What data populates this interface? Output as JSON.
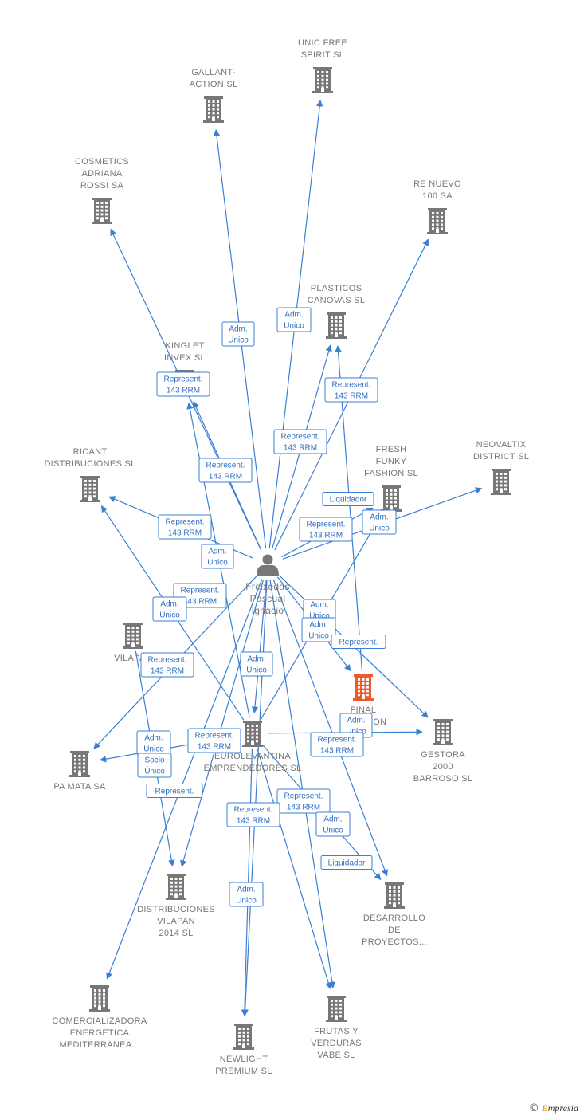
{
  "center": {
    "id": "person",
    "lines": [
      "Freixedas",
      "Pascual",
      "Ignacio"
    ]
  },
  "nodes": [
    {
      "id": "unic",
      "lines": [
        "UNIC FREE",
        "SPIRIT  SL"
      ],
      "highlight": false
    },
    {
      "id": "gallant",
      "lines": [
        "GALLANT-",
        "ACTION  SL"
      ],
      "highlight": false
    },
    {
      "id": "cosmetics",
      "lines": [
        "COSMETICS",
        "ADRIANA",
        "ROSSI SA"
      ],
      "highlight": false
    },
    {
      "id": "renuevo",
      "lines": [
        "RE NUEVO",
        "100 SA"
      ],
      "highlight": false
    },
    {
      "id": "plasticos",
      "lines": [
        "PLASTICOS",
        "CANOVAS  SL"
      ],
      "highlight": false
    },
    {
      "id": "kinglet",
      "lines": [
        "KINGLET",
        "INVEX  SL"
      ],
      "highlight": false
    },
    {
      "id": "ricant",
      "lines": [
        "RICANT",
        "DISTRIBUCIONES SL"
      ],
      "highlight": false
    },
    {
      "id": "fresh",
      "lines": [
        "FRESH",
        "FUNKY",
        "FASHION SL"
      ],
      "highlight": false
    },
    {
      "id": "neovaltix",
      "lines": [
        "NEOVALTIX",
        "DISTRICT  SL"
      ],
      "highlight": false
    },
    {
      "id": "vilapan",
      "lines": [
        "VILAPAN"
      ],
      "highlight": false
    },
    {
      "id": "final",
      "lines": [
        "FINAL",
        "SOLUTION",
        "SL"
      ],
      "highlight": true
    },
    {
      "id": "gestora",
      "lines": [
        "GESTORA",
        "2000",
        "BARROSO SL"
      ],
      "highlight": false
    },
    {
      "id": "eurolevantina",
      "lines": [
        "EUROLEVANTINA",
        "EMPRENDEDORES SL"
      ],
      "highlight": false
    },
    {
      "id": "pamata",
      "lines": [
        "PA MATA SA"
      ],
      "highlight": false
    },
    {
      "id": "distvilapan",
      "lines": [
        "DISTRIBUCIONES",
        "VILAPAN",
        "2014  SL"
      ],
      "highlight": false
    },
    {
      "id": "desarrollo",
      "lines": [
        "DESARROLLO",
        "DE",
        "PROYECTOS..."
      ],
      "highlight": false
    },
    {
      "id": "comercializadora",
      "lines": [
        "COMERCIALIZADORA",
        "ENERGETICA",
        "MEDITERRANEA..."
      ],
      "highlight": false
    },
    {
      "id": "newlight",
      "lines": [
        "NEWLIGHT",
        "PREMIUM  SL"
      ],
      "highlight": false
    },
    {
      "id": "frutas",
      "lines": [
        "FRUTAS Y",
        "VERDURAS",
        "VABE SL"
      ],
      "highlight": false
    }
  ],
  "edges": [
    {
      "source": "person",
      "target": "unic"
    },
    {
      "source": "person",
      "target": "gallant"
    },
    {
      "source": "person",
      "target": "cosmetics"
    },
    {
      "source": "person",
      "target": "renuevo"
    },
    {
      "source": "person",
      "target": "plasticos"
    },
    {
      "source": "person",
      "target": "kinglet"
    },
    {
      "source": "eurolevantina",
      "target": "kinglet"
    },
    {
      "source": "person",
      "target": "ricant"
    },
    {
      "source": "eurolevantina",
      "target": "ricant"
    },
    {
      "source": "person",
      "target": "fresh"
    },
    {
      "source": "person",
      "target": "neovaltix"
    },
    {
      "source": "person",
      "target": "final"
    },
    {
      "source": "person",
      "target": "gestora"
    },
    {
      "source": "eurolevantina",
      "target": "gestora"
    },
    {
      "source": "person",
      "target": "eurolevantina"
    },
    {
      "source": "person",
      "target": "pamata"
    },
    {
      "source": "eurolevantina",
      "target": "pamata"
    },
    {
      "source": "vilapan",
      "target": "distvilapan"
    },
    {
      "source": "person",
      "target": "distvilapan"
    },
    {
      "source": "person",
      "target": "desarrollo"
    },
    {
      "source": "eurolevantina",
      "target": "desarrollo"
    },
    {
      "source": "person",
      "target": "comercializadora"
    },
    {
      "source": "person",
      "target": "newlight"
    },
    {
      "source": "eurolevantina",
      "target": "newlight"
    },
    {
      "source": "person",
      "target": "frutas"
    },
    {
      "source": "eurolevantina",
      "target": "frutas"
    },
    {
      "source": "final",
      "target": "plasticos"
    },
    {
      "source": "eurolevantina",
      "target": "fresh"
    }
  ],
  "relations": [
    {
      "id": "r1",
      "lines": [
        "Adm.",
        "Unico"
      ]
    },
    {
      "id": "r2",
      "lines": [
        "Adm.",
        "Unico"
      ]
    },
    {
      "id": "r3",
      "lines": [
        "Represent.",
        "143 RRM"
      ]
    },
    {
      "id": "r4",
      "lines": [
        "Represent.",
        "143 RRM"
      ]
    },
    {
      "id": "r5",
      "lines": [
        "Represent.",
        "143 RRM"
      ]
    },
    {
      "id": "r6",
      "lines": [
        "Represent.",
        "143 RRM"
      ]
    },
    {
      "id": "r7",
      "lines": [
        "Liquidador"
      ]
    },
    {
      "id": "r8",
      "lines": [
        "Represent.",
        "143 RRM"
      ]
    },
    {
      "id": "r9",
      "lines": [
        "Adm.",
        "Unico"
      ]
    },
    {
      "id": "r10",
      "lines": [
        "Represent.",
        "143 RRM"
      ]
    },
    {
      "id": "r11",
      "lines": [
        "Adm.",
        "Unico"
      ]
    },
    {
      "id": "r12",
      "lines": [
        "Represent.",
        "143 RRM"
      ]
    },
    {
      "id": "r13",
      "lines": [
        "Adm.",
        "Unico"
      ]
    },
    {
      "id": "r14",
      "lines": [
        "Adm.",
        "Unico"
      ]
    },
    {
      "id": "r15",
      "lines": [
        "Adm.",
        "Unico"
      ]
    },
    {
      "id": "r16",
      "lines": [
        "Represent."
      ]
    },
    {
      "id": "r17",
      "lines": [
        "Represent.",
        "143 RRM"
      ]
    },
    {
      "id": "r18",
      "lines": [
        "Adm.",
        "Unico"
      ]
    },
    {
      "id": "r19",
      "lines": [
        "Adm.",
        "Unico"
      ]
    },
    {
      "id": "r20",
      "lines": [
        "Represent.",
        "143 RRM"
      ]
    },
    {
      "id": "r21",
      "lines": [
        "Adm.",
        "Unico"
      ]
    },
    {
      "id": "r22",
      "lines": [
        "Socio",
        "Único"
      ]
    },
    {
      "id": "r23",
      "lines": [
        "Represent.",
        "143 RRM"
      ]
    },
    {
      "id": "r24",
      "lines": [
        "Represent."
      ]
    },
    {
      "id": "r25",
      "lines": [
        "Represent.",
        "143 RRM"
      ]
    },
    {
      "id": "r26",
      "lines": [
        "Represent.",
        "143 RRM"
      ]
    },
    {
      "id": "r27",
      "lines": [
        "Adm.",
        "Unico"
      ]
    },
    {
      "id": "r28",
      "lines": [
        "Liquidador"
      ]
    },
    {
      "id": "r29",
      "lines": [
        "Adm.",
        "Unico"
      ]
    }
  ],
  "footer": {
    "copyright": "©",
    "brand_initial": "E",
    "brand_rest": "mpresia"
  },
  "colors": {
    "edge": "#3a7fd5",
    "node": "#777777",
    "highlight": "#f05a2a",
    "label": "#777777"
  }
}
